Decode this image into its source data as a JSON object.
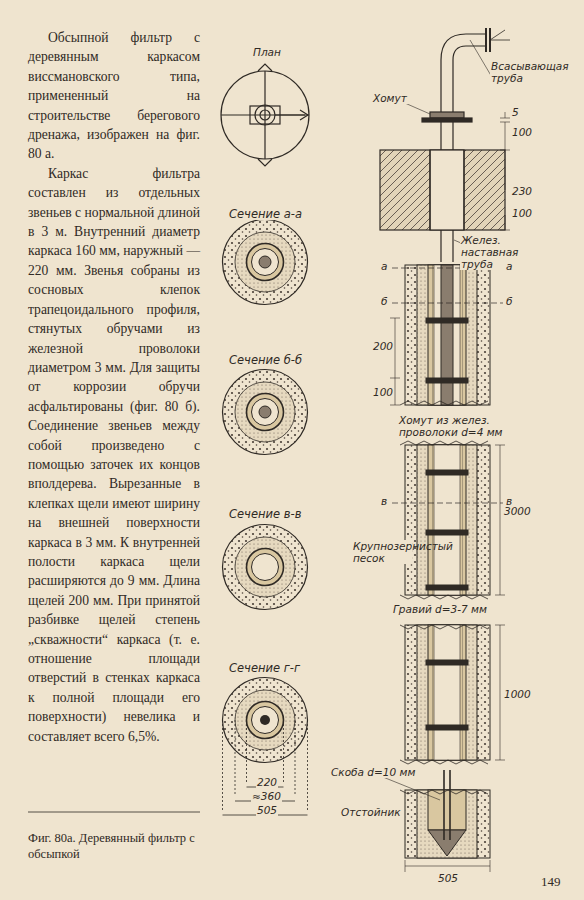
{
  "diagram": {
    "caption": "Фиг. 80а. Деревянный фильтр с обсыпкой",
    "labels": [
      "Обсыпной фильтр с деревянным каркасом виссмановского типа, примененный на строительстве берегового дренажа, изображен на фиг. 80 а.",
      "Каркас фильтра составлен из отдельных звеньев с нормальной длиной в 3 м. Внутренний диаметр каркаса 160 мм, наружный — 220 мм. Звенья собраны из сосновых клепок трапецоидального профиля, стянутых обручами из железной проволоки диаметром 3 мм. Для защиты от коррозии обручи асфальтированы (фиг. 80 б). Соединение звеньев между собой произведено с помощью заточек их концов вполдерева. Вырезанные в клепках щели имеют ширину на внешней поверхности каркаса в 3 мм. К внутренней полости каркаса щели расширяются до 9 мм. Длина щелей 200 мм. При принятой разбивке щелей степень „скважности“ каркаса (т. е. отношение площади отверстий в стенках каркаса к полной площади его поверхности) невелика и составляет всего 6,5%.",
      "План",
      "Сечение а-а",
      "Сечение б-б",
      "Сечение в-в",
      "Сечение г-г",
      "220",
      "≈360",
      "505",
      "Хомут",
      "Всасывающая труба",
      "5",
      "100",
      "230",
      "100",
      "Желез. наставная труба",
      "а",
      "а",
      "б",
      "б",
      "200",
      "100",
      "Хомут из желез. проволоки d=4 мм",
      "3000",
      "в",
      "в",
      "Крупнозернистый песок",
      "Гравий d=3-7 мм",
      "1000",
      "Скоба d=10 мм",
      "Отстойник",
      "505",
      "149"
    ]
  }
}
